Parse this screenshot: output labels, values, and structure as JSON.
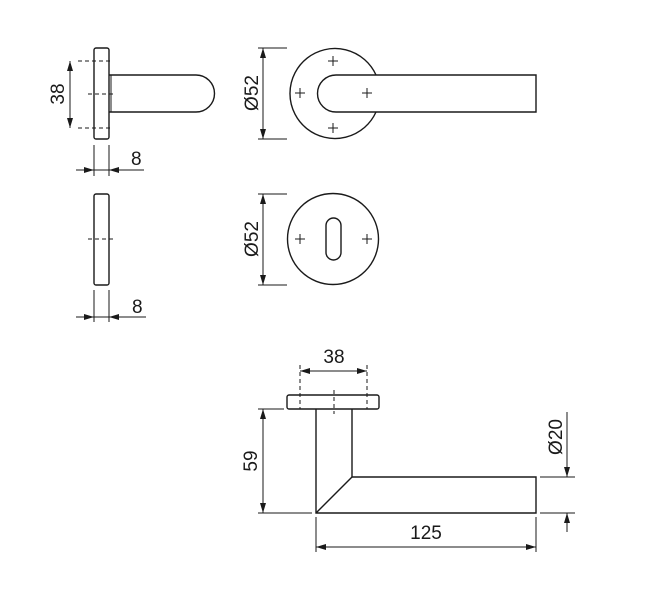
{
  "drawing": {
    "views": {
      "rosette_side": {
        "width_label": "38",
        "thickness_label": "8"
      },
      "rosette_front": {
        "diameter_label": "Ø52"
      },
      "escutcheon_front": {
        "diameter_label": "Ø52"
      },
      "escutcheon_side": {
        "thickness_label": "8"
      },
      "lever_top": {
        "rosette_label": "38",
        "projection_label": "59",
        "length_label": "125",
        "diameter_label": "Ø20"
      }
    },
    "line_color": "#1a1a1a"
  }
}
